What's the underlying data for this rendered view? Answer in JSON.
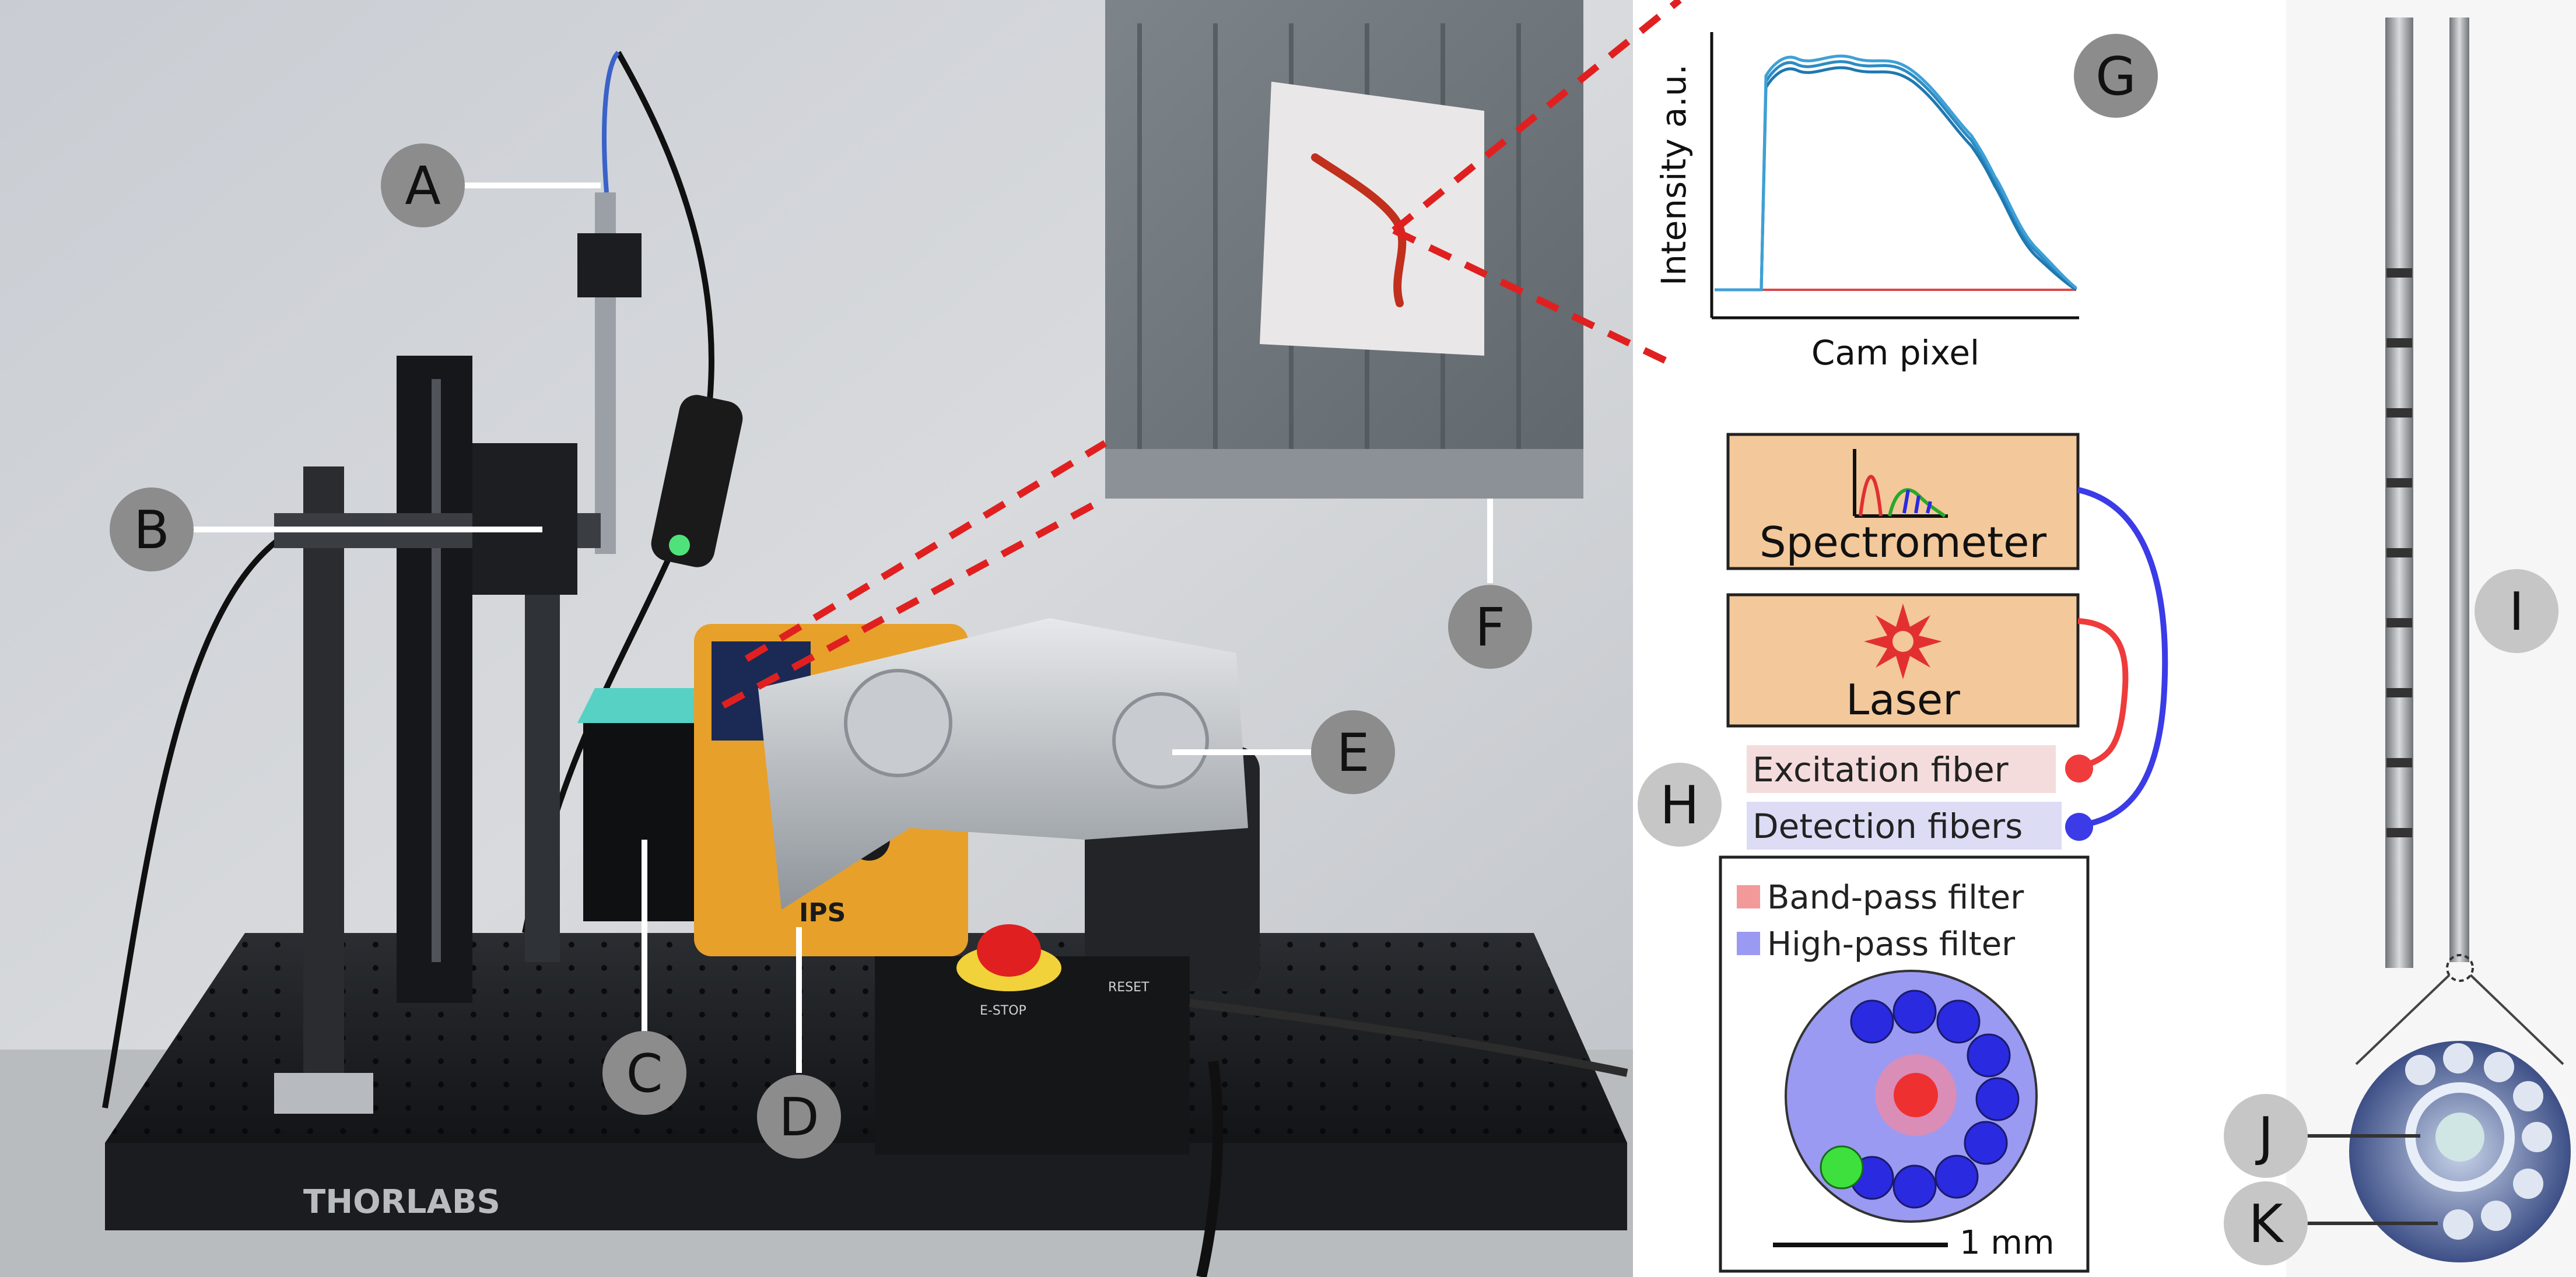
{
  "labels": {
    "a": "A",
    "b": "B",
    "c": "C",
    "d": "D",
    "e": "E",
    "f": "F",
    "g": "G",
    "h": "H",
    "i": "I",
    "j": "J",
    "k": "K"
  },
  "photo_text": {
    "brand": "THORLABS",
    "estop": "E-STOP",
    "reset": "RESET",
    "controller_logo": "IPS"
  },
  "spectrum_plot": {
    "ylabel": "Intensity a.u.",
    "xlabel": "Cam pixel"
  },
  "schematic": {
    "spectrometer_label": "Spectrometer",
    "laser_label": "Laser",
    "excitation_fiber_label": "Excitation fiber",
    "detection_fibers_label": "Detection fibers",
    "band_pass_label": "Band-pass filter",
    "high_pass_label": "High-pass filter",
    "scale_label": "1 mm"
  },
  "colors": {
    "box_fill": "#f3c89b",
    "laser_red": "#ef3b3b",
    "detect_blue": "#3b3be8",
    "plot_blue": "#2b8cc4",
    "label_circle": "#8c8c8c",
    "probe_disc": "#9a9af2",
    "filter_pink": "#f29a9a"
  }
}
